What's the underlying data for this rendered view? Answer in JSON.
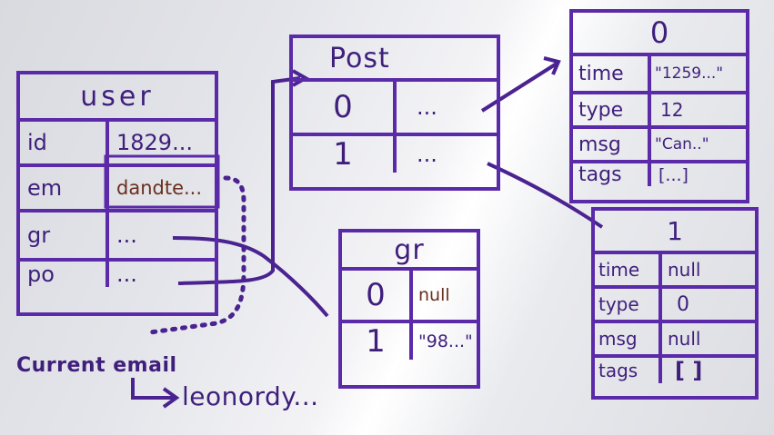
{
  "user": {
    "title": "user",
    "rows": [
      {
        "key": "id",
        "value": "1829..."
      },
      {
        "key": "em",
        "value": "dandte..."
      },
      {
        "key": "gr",
        "value": "..."
      },
      {
        "key": "po",
        "value": "..."
      }
    ]
  },
  "post": {
    "title": "Post",
    "rows": [
      {
        "key": "0",
        "value": "..."
      },
      {
        "key": "1",
        "value": "..."
      }
    ]
  },
  "gr": {
    "title": "gr",
    "rows": [
      {
        "key": "0",
        "value": "null"
      },
      {
        "key": "1",
        "value": "\"98...\""
      }
    ]
  },
  "post0": {
    "title": "0",
    "rows": [
      {
        "key": "time",
        "value": "\"1259...\""
      },
      {
        "key": "type",
        "value": "12"
      },
      {
        "key": "msg",
        "value": "\"Can..\""
      },
      {
        "key": "tags",
        "value": "[...]"
      }
    ]
  },
  "post1": {
    "title": "1",
    "rows": [
      {
        "key": "time",
        "value": "null"
      },
      {
        "key": "type",
        "value": "0"
      },
      {
        "key": "msg",
        "value": "null"
      },
      {
        "key": "tags",
        "value": "[ ]"
      }
    ]
  },
  "current_email": {
    "label": "Current email",
    "value": "leonordy..."
  },
  "colors": {
    "ink": "#5a2aa8",
    "brown": "#6a2f1f"
  }
}
